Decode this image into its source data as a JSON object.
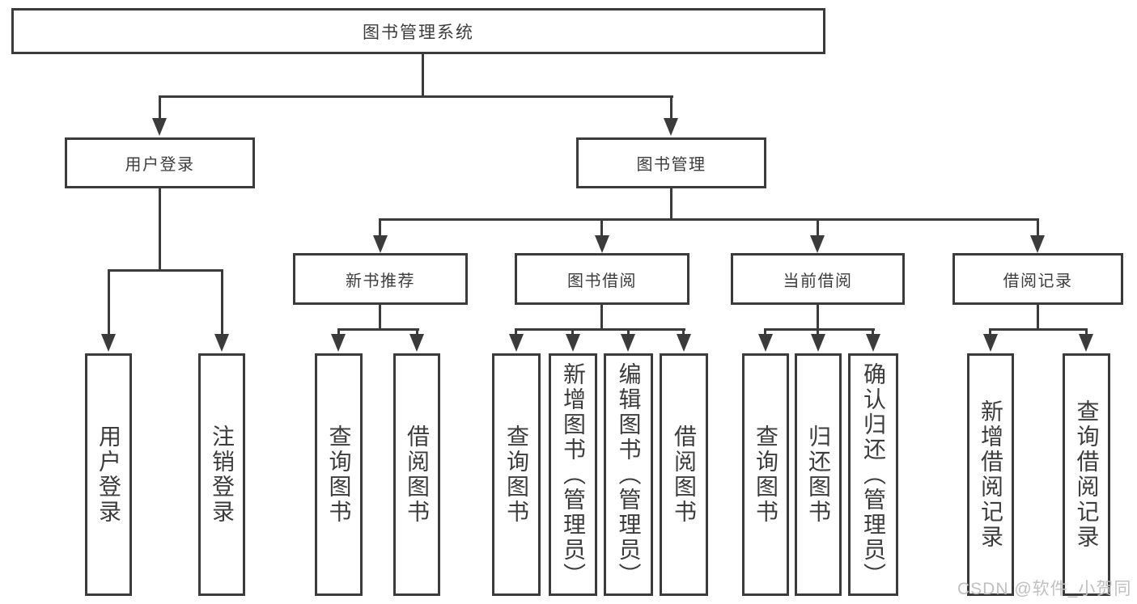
{
  "diagram": {
    "title": "图书管理系统",
    "nodes": {
      "root": "图书管理系统",
      "user_login": "用户登录",
      "book_management": "图书管理",
      "new_book_recommend": "新书推荐",
      "book_borrow": "图书借阅",
      "current_borrow": "当前借阅",
      "borrow_records": "借阅记录",
      "leaves": {
        "user": [
          "用户登录",
          "注销登录"
        ],
        "recommend": [
          "查询图书",
          "借阅图书"
        ],
        "borrow": [
          "查询图书",
          "新增图书（管理员）",
          "编辑图书（管理员）",
          "借阅图书"
        ],
        "current": [
          "查询图书",
          "归还图书",
          "确认归还（管理员）"
        ],
        "records": [
          "新增借阅记录",
          "查询借阅记录"
        ]
      }
    },
    "edges": [
      "图书管理系统→用户登录",
      "图书管理系统→图书管理",
      "用户登录→用户登录",
      "用户登录→注销登录",
      "图书管理→新书推荐",
      "图书管理→图书借阅",
      "图书管理→当前借阅",
      "图书管理→借阅记录",
      "新书推荐→查询图书",
      "新书推荐→借阅图书",
      "图书借阅→查询图书",
      "图书借阅→新增图书（管理员）",
      "图书借阅→编辑图书（管理员）",
      "图书借阅→借阅图书",
      "当前借阅→查询图书",
      "当前借阅→归还图书",
      "当前借阅→确认归还（管理员）",
      "借阅记录→新增借阅记录",
      "借阅记录→查询借阅记录"
    ]
  },
  "watermark": {
    "text": "CSDN @软件_小贺同学",
    "color": "#c0c0c0"
  },
  "colors": {
    "line": "#3b3b3b",
    "text": "#3c3c3c",
    "background": "#ffffff"
  }
}
